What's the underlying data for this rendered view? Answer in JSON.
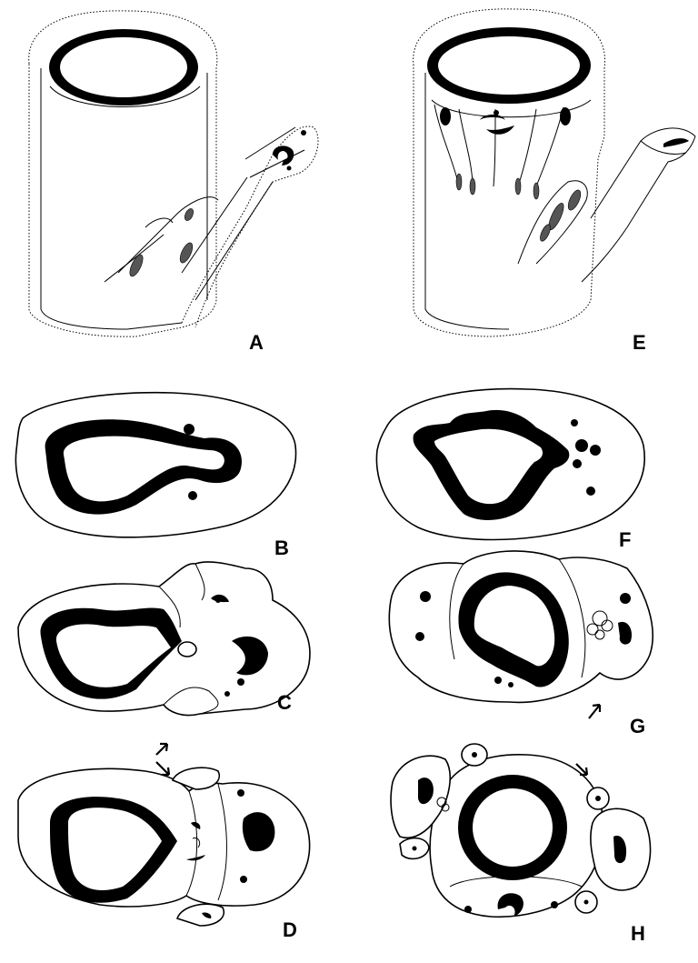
{
  "panels": {
    "a": {
      "label": "A"
    },
    "b": {
      "label": "B"
    },
    "c": {
      "label": "C"
    },
    "d": {
      "label": "D"
    },
    "e": {
      "label": "E"
    },
    "f": {
      "label": "F"
    },
    "g": {
      "label": "G"
    },
    "h": {
      "label": "H"
    }
  }
}
